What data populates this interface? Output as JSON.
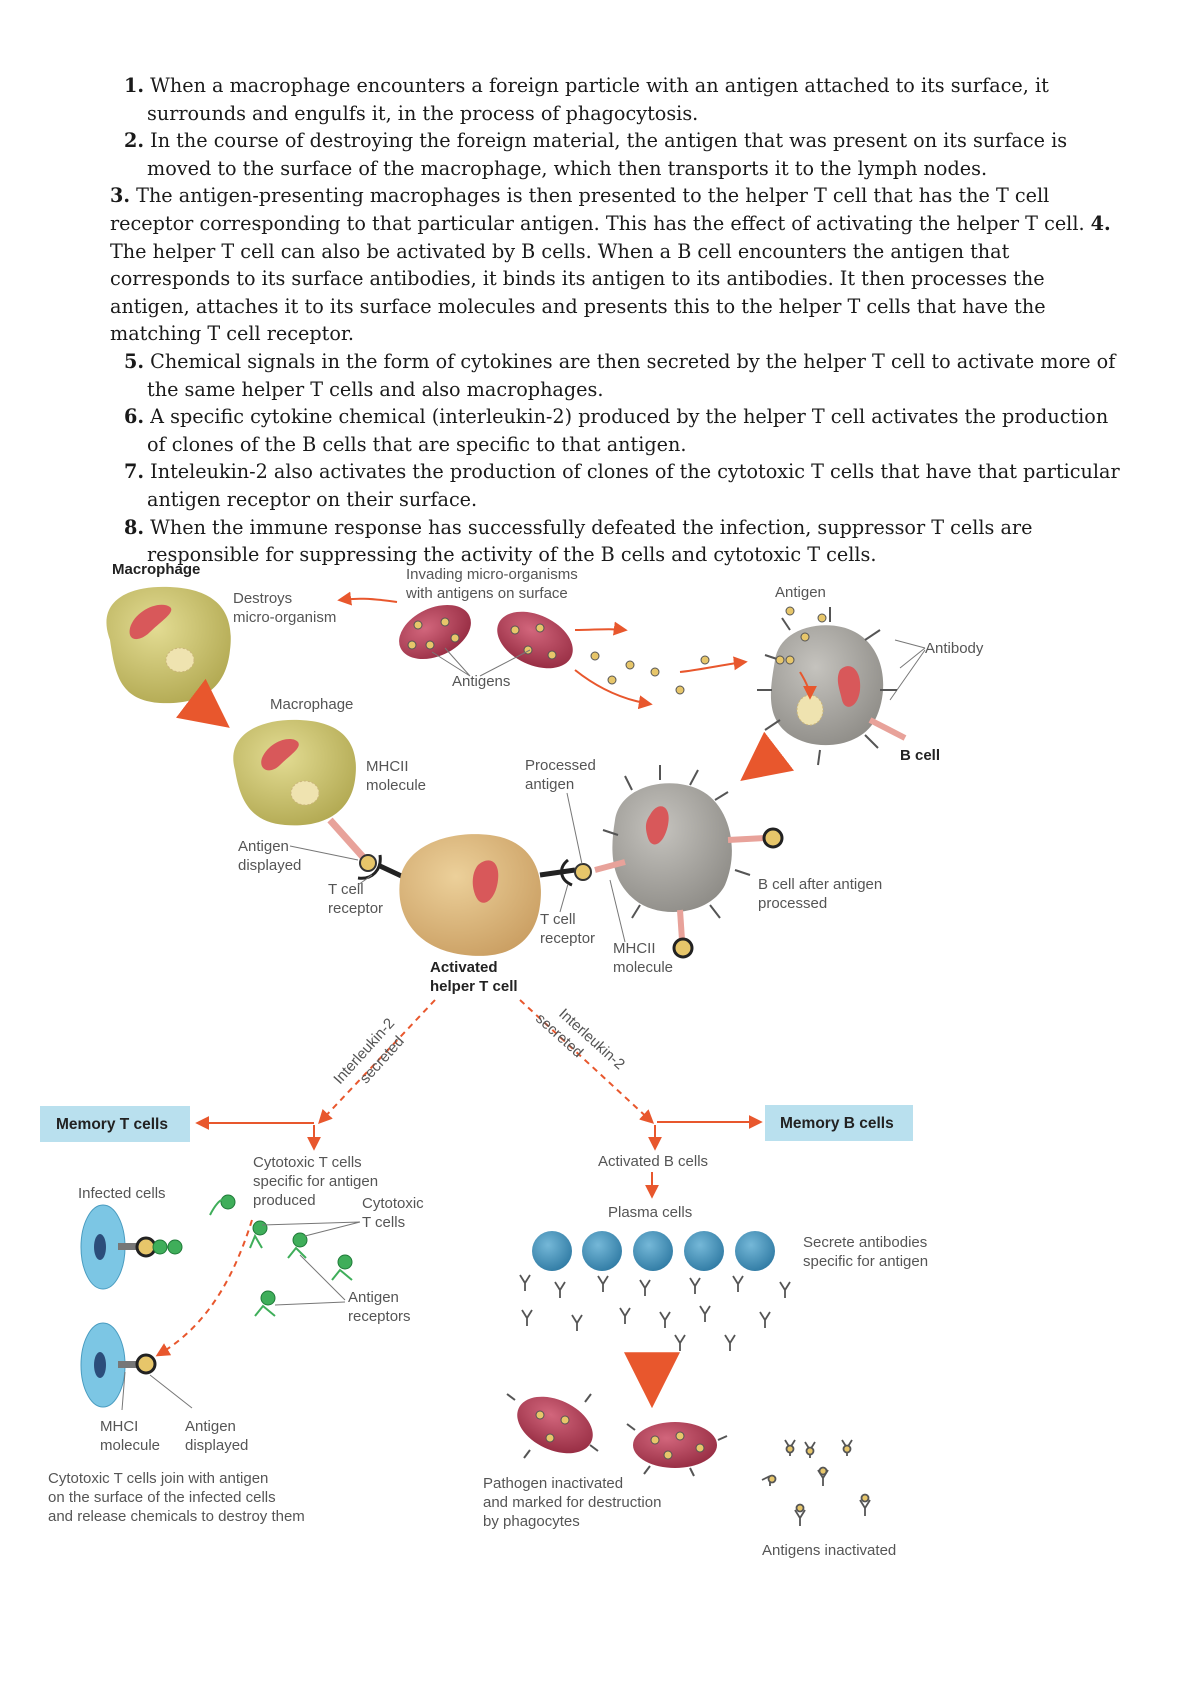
{
  "steps": [
    {
      "num": "1.",
      "text": "When a macrophage encounters a foreign particle with an antigen attached to its surface, it surrounds and engulfs it, in the process of phagocytosis."
    },
    {
      "num": "2.",
      "text": "In the course of destroying the foreign material, the antigen that was present on its surface is moved to the surface of the macrophage, which then transports it to the lymph nodes."
    },
    {
      "num": "3.",
      "text": "The antigen-presenting macrophages is then presented to the helper T cell that has the T cell receptor corresponding to that particular antigen. This has the effect of activating the helper T cell.",
      "num2": "4.",
      "text2": "The helper T cell can also be activated by B cells. When a B cell encounters the antigen that corresponds to its surface antibodies, it binds its antigen to its antibodies. It then processes the antigen, attaches it to its surface molecules and presents this to the helper T cells that have the matching T cell receptor."
    },
    {
      "num": "5.",
      "text": "Chemical signals in the form of cytokines are then secreted by the helper T cell to activate more of the same helper T cells and also macrophages."
    },
    {
      "num": "6.",
      "text": "A specific cytokine chemical (interleukin-2) produced by the helper T cell activates the production of clones of the B cells that are specific to that antigen."
    },
    {
      "num": "7.",
      "text": "Inteleukin-2 also activates the production of clones of the cytotoxic T cells that have that particular antigen receptor on their surface."
    },
    {
      "num": "8.",
      "text": "When the immune response has successfully defeated the infection, suppressor T cells are responsible for suppressing the activity of the B cells and cytotoxic T cells."
    }
  ],
  "diagram": {
    "macrophage_title": "Macrophage",
    "destroys": [
      "Destroys",
      "micro-organism"
    ],
    "invading": [
      "Invading micro-organisms",
      "with antigens on surface"
    ],
    "antigens": "Antigens",
    "antigen": "Antigen",
    "antibody": "Antibody",
    "b_cell": "B cell",
    "macrophage2": "Macrophage",
    "mhcii_1": [
      "MHCII",
      "molecule"
    ],
    "processed_antigen": [
      "Processed",
      "antigen"
    ],
    "antigen_displayed": [
      "Antigen",
      "displayed"
    ],
    "tcell_receptor_1": [
      "T cell",
      "receptor"
    ],
    "tcell_receptor_2": [
      "T cell",
      "receptor"
    ],
    "mhcii_2": [
      "MHCII",
      "molecule"
    ],
    "b_cell_after": [
      "B cell after antigen",
      "processed"
    ],
    "activated_helper": [
      "Activated",
      "helper T cell"
    ],
    "il2_left": [
      "Interleukin-2",
      "secreted"
    ],
    "il2_right": [
      "Interleukin-2",
      "secreted"
    ],
    "memory_t": "Memory T cells",
    "memory_b": "Memory B cells",
    "cytotoxic_produced": [
      "Cytotoxic T cells",
      "specific for antigen",
      "produced"
    ],
    "cytotoxic_t": [
      "Cytotoxic",
      "T cells"
    ],
    "infected_cells": "Infected cells",
    "antigen_receptors": [
      "Antigen",
      "receptors"
    ],
    "mhci": [
      "MHCI",
      "molecule"
    ],
    "antigen_displayed_2": [
      "Antigen",
      "displayed"
    ],
    "cytotoxic_join": [
      "Cytotoxic T cells join with antigen",
      "on the surface of the infected cells",
      "and release chemicals to destroy them"
    ],
    "activated_b": "Activated B cells",
    "plasma_cells": "Plasma cells",
    "secrete": [
      "Secrete antibodies",
      "specific for antigen"
    ],
    "pathogen_inactivated": [
      "Pathogen inactivated",
      "and marked for destruction",
      "by phagocytes"
    ],
    "antigens_inactivated": "Antigens inactivated"
  },
  "colors": {
    "macrophage_fill": "#c9c070",
    "nucleus_red": "#d8585a",
    "helper_fill": "#ddb87a",
    "b_cell_fill": "#a9a7a2",
    "microbe_fill": "#b23a52",
    "arrow_orange": "#e8572d",
    "memory_box": "#b9e0ee",
    "plasma_blue": "#4a92b8",
    "infected_blue": "#7cc6e4",
    "cytotoxic_green": "#3fae5a"
  }
}
